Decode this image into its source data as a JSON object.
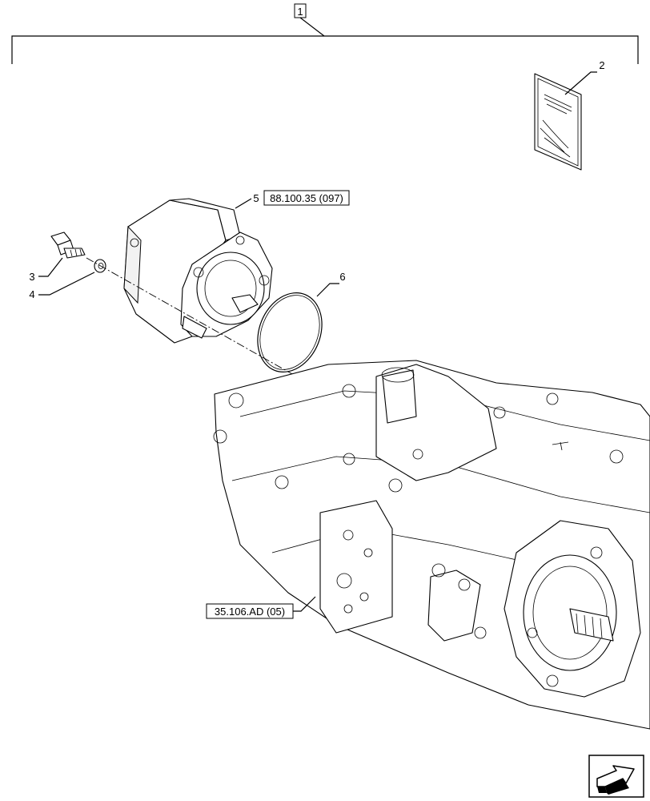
{
  "callouts": {
    "item1": "1",
    "item2": "2",
    "item3": "3",
    "item4": "4",
    "item5": "5",
    "item6": "6"
  },
  "references": {
    "gear_pump": "88.100.35 (097)",
    "main_pump": "35.106.AD (05)"
  },
  "icons": {
    "nav": "next-page-arrow-icon"
  }
}
